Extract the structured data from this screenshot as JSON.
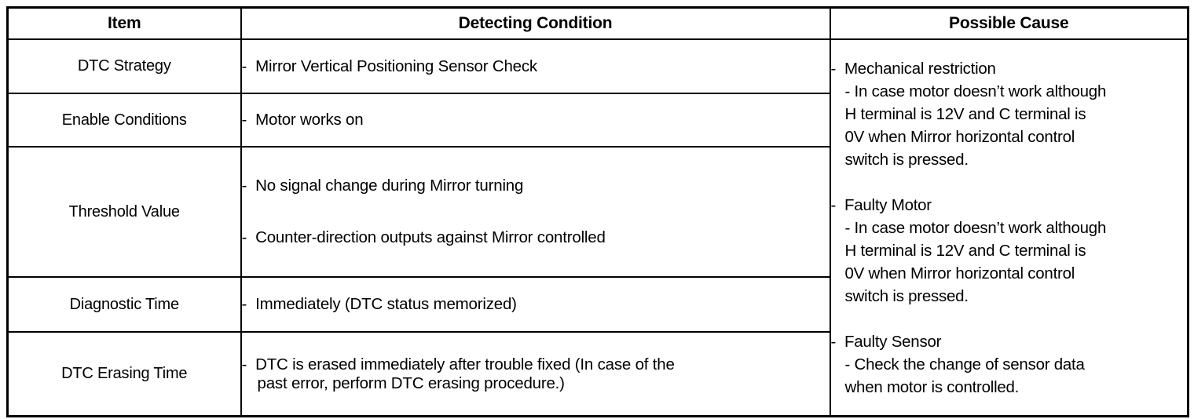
{
  "table": {
    "headers": [
      {
        "key": "item",
        "label": "Item"
      },
      {
        "key": "cond",
        "label": "Detecting Condition"
      },
      {
        "key": "cause",
        "label": "Possible Cause"
      }
    ],
    "rows": [
      {
        "item": "DTC Strategy",
        "condition_lines": [
          "-  Mirror Vertical Positioning Sensor Check"
        ]
      },
      {
        "item": "Enable Conditions",
        "condition_lines": [
          "-  Motor works on"
        ]
      },
      {
        "item": "Threshold Value",
        "condition_lines": [
          "-  No signal change during Mirror turning",
          "-  Counter-direction outputs against Mirror controlled"
        ]
      },
      {
        "item": "Diagnostic Time",
        "condition_lines": [
          "-  Immediately (DTC status memorized)"
        ]
      },
      {
        "item": "DTC Erasing Time",
        "condition_lines": [
          "-  DTC is erased immediately after trouble fixed (In case of the",
          "past error, perform DTC erasing procedure.)"
        ]
      }
    ],
    "possible_cause": [
      {
        "heading": "-  Mechanical restriction",
        "detail_lines": [
          "- In case motor doesn’t work although",
          "H terminal is 12V and C terminal is",
          "0V when Mirror horizontal control",
          "switch is pressed."
        ]
      },
      {
        "heading": "-  Faulty Motor",
        "detail_lines": [
          "- In case motor doesn’t work although",
          "H terminal is 12V and C terminal is",
          "0V when Mirror horizontal control",
          "switch is pressed."
        ]
      },
      {
        "heading": "-  Faulty Sensor",
        "detail_lines": [
          "- Check the change of sensor data",
          "when motor is controlled."
        ]
      }
    ]
  },
  "colors": {
    "border": "#000000",
    "text": "#000000",
    "background": "#ffffff"
  }
}
